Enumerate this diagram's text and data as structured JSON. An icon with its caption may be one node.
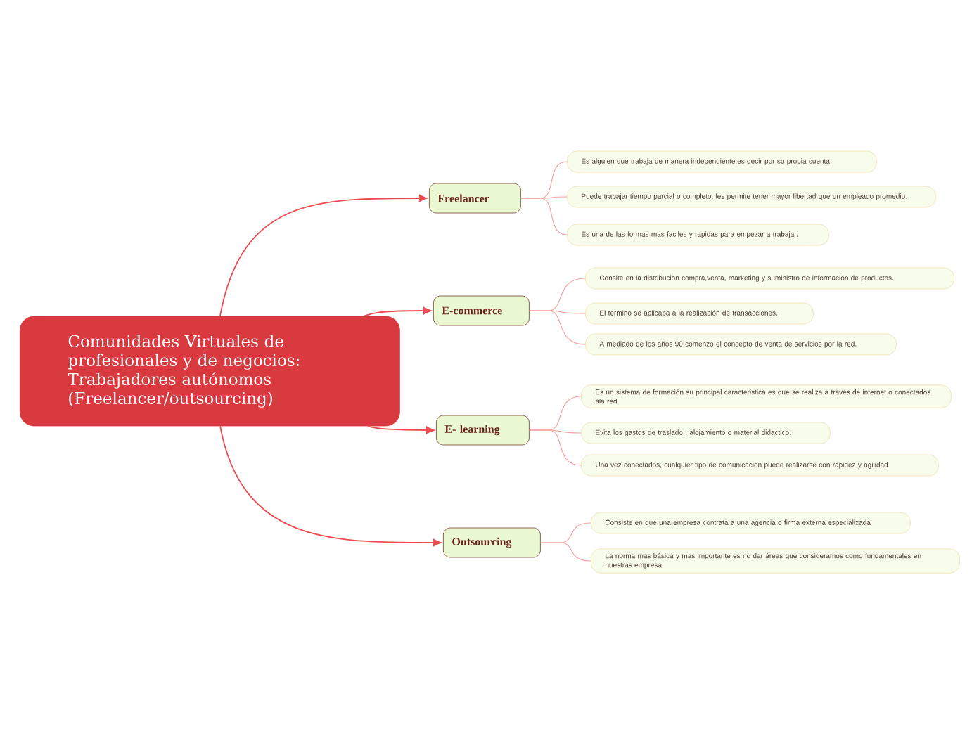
{
  "diagram": {
    "nodes": [
      {
        "text": [
          "Comunidades Virtuales de profesionales y de negocios: Trabajadores autónomos (Freelancer/outsourcing)"
        ]
      },
      {
        "text": [
          "Freelancer"
        ]
      },
      {
        "text": [
          "Es alguien que trabaja de manera independiente,es decir por su propia cuenta."
        ]
      },
      {
        "text": [
          "Puede trabajar tiempo parcial o completo, les permite tener mayor libertad que un empleado promedio."
        ]
      },
      {
        "text": [
          "Es una de las formas mas faciles y rapidas para empezar a trabajar."
        ]
      },
      {
        "text": [
          "E-commerce"
        ]
      },
      {
        "text": [
          "Consite en la distribucion compra,venta, marketing y suministro de información de productos."
        ]
      },
      {
        "text": [
          "El termino se aplicaba a la realización de transacciones."
        ]
      },
      {
        "text": [
          "A mediado de los años 90 comenzo el concepto de venta de servicios por la red."
        ]
      },
      {
        "text": [
          "E- learning"
        ]
      },
      {
        "text": [
          "Es un sistema de formación su principal caracteristica es que se realiza a través de internet o conectados ala red."
        ]
      },
      {
        "text": [
          "Evita los gastos de traslado , alojamiento o material didactico."
        ]
      },
      {
        "text": [
          "Una vez conectados, cualquier tipo de comunicacion puede realizarse con rapidez y agilidad"
        ]
      },
      {
        "text": [
          "Outsourcing"
        ]
      },
      {
        "text": [
          "Consiste en que una empresa contrata a una agencia o firma externa especializada"
        ]
      },
      {
        "text": [
          "La norma mas básica y mas importante es no dar áreas que consideramos como fundamentales en nuestras empresa."
        ]
      }
    ],
    "edges": [
      {
        "from": 0,
        "to": 1,
        "arrow": "to",
        "color": "#ee4b50"
      },
      {
        "from": 0,
        "to": 5,
        "arrow": "to",
        "color": "#ee4b50"
      },
      {
        "from": 0,
        "to": 9,
        "arrow": "to",
        "color": "#ee4b50"
      },
      {
        "from": 0,
        "to": 13,
        "arrow": "to",
        "color": "#ee4b50"
      },
      {
        "from": 1,
        "to": 2,
        "arrow": "none"
      },
      {
        "from": 1,
        "to": 3,
        "arrow": "none"
      },
      {
        "from": 1,
        "to": 4,
        "arrow": "none"
      },
      {
        "from": 5,
        "to": 6,
        "arrow": "none"
      },
      {
        "from": 5,
        "to": 7,
        "arrow": "none"
      },
      {
        "from": 5,
        "to": 8,
        "arrow": "none"
      },
      {
        "from": 9,
        "to": 10,
        "arrow": "none"
      },
      {
        "from": 9,
        "to": 11,
        "arrow": "none"
      },
      {
        "from": 9,
        "to": 12,
        "arrow": "none"
      },
      {
        "from": 13,
        "to": 14,
        "arrow": "none"
      },
      {
        "from": 13,
        "to": 15,
        "arrow": "none"
      }
    ]
  }
}
